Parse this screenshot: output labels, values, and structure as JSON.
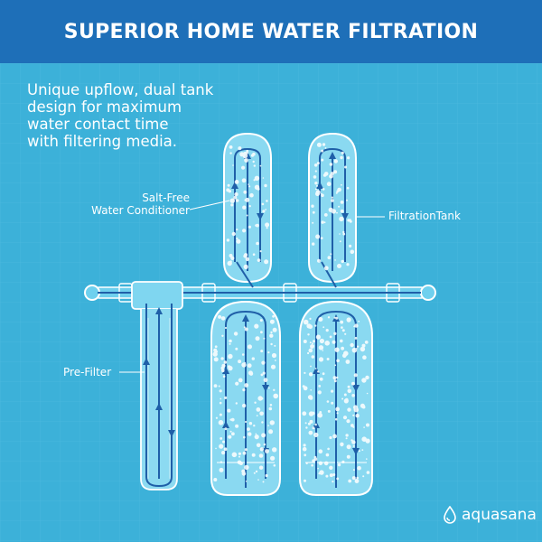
{
  "header": {
    "title": "SUPERIOR HOME WATER FILTRATION"
  },
  "intro": {
    "lines": [
      "Unique upflow, dual tank",
      "design for maximum",
      "water contact time",
      "with filtering media."
    ]
  },
  "labels": {
    "conditioner": [
      "Salt-Free",
      "Water Conditioner"
    ],
    "filtration": "FiltrationTank",
    "prefilter": "Pre-Filter"
  },
  "brand": {
    "name": "aquasana",
    "icon": "water-drop-icon"
  },
  "colors": {
    "header": "#1e6fb8",
    "background": "#3cb1d9",
    "flow_arrow": "#1f5fa8",
    "tank_outline": "#ffffff"
  }
}
